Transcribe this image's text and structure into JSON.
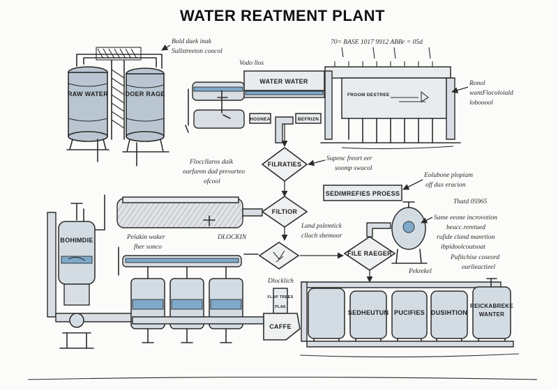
{
  "title": "WATER REATMENT PLANT",
  "labels": {
    "raw_water": "RAW WATER",
    "door_rage": "DOER RAGE",
    "water_water": "WATER WATER",
    "hosnea": "HOSNEA",
    "befrizn": "BEFRIZN",
    "filrapies": "FILRATIES",
    "filtior": "FILTIOR",
    "sedimrefies": "SEDIMREFIES PROESS",
    "file_raeger": "FILE RAEGER",
    "bohimdie": "BOHIMDIE",
    "caffe": "CAFFE",
    "sedheutun": "SEDHEUTUN",
    "pucifies": "PUCIFIES",
    "dusihtion": "DUSIHTION",
    "reickabreke": "REICKABREKE",
    "wanter": "WANTER",
    "from_destree": "FROOM DESTREE",
    "flap_trees": "FLAP TREES",
    "plae": "PLAE"
  },
  "notes": {
    "top_left_1": "Bold daek inak",
    "top_left_2": "Sullstreeton concol",
    "vodo": "Vodo llos",
    "top_right_row": "70= BASE   1017   9912   ABBr = 05d",
    "right_1": "Ronol",
    "right_2": "wantFlocoloiald",
    "right_3": "lobooool",
    "mid_left_1": "Floccllaros daik",
    "mid_left_2": "ourfaron dad prevarteo",
    "mid_left_3": "ofcool",
    "mid_right_1": "Supenc freort eer",
    "mid_right_2": "soomp swacol",
    "sed_1": "Eolubone plopiam",
    "sed_2": "off dax eracion",
    "thatd": "Thatd 05965",
    "same_1": "Same eeone incrovotion",
    "same_2": "beacc.reretued",
    "same_3": "rufide cland manrtion",
    "same_4": "ibpidoolcoutsoat",
    "pelakin_1": "Pelakin waker",
    "pelakin_2": "fher sonco",
    "dlockin": "DLOCKIN",
    "land_1": "Land pslemtick",
    "land_2": "cllach shemoor",
    "dlocklich": "Dlocklich",
    "pekrekel": "Pekrekel",
    "pufitch_1": "Pufitchise coseord",
    "pufitch_2": "ourlieactieel"
  }
}
